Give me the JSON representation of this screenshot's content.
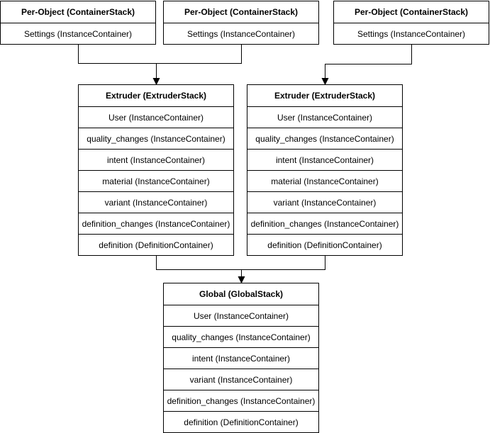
{
  "colors": {
    "border": "#000000",
    "fill": "#ffffff",
    "text": "#000000",
    "background": "#ffffff"
  },
  "stacks": {
    "per_object": {
      "title": "Per-Object (ContainerStack)",
      "rows": [
        "Settings (InstanceContainer)"
      ]
    },
    "extruder": {
      "title": "Extruder (ExtruderStack)",
      "rows": [
        "User (InstanceContainer)",
        "quality_changes (InstanceContainer)",
        "intent (InstanceContainer)",
        "material (InstanceContainer)",
        "variant (InstanceContainer)",
        "definition_changes (InstanceContainer)",
        "definition (DefinitionContainer)"
      ]
    },
    "global": {
      "title": "Global (GlobalStack)",
      "rows": [
        "User (InstanceContainer)",
        "quality_changes (InstanceContainer)",
        "intent (InstanceContainer)",
        "variant (InstanceContainer)",
        "definition_changes (InstanceContainer)",
        "definition (DefinitionContainer)"
      ]
    }
  }
}
